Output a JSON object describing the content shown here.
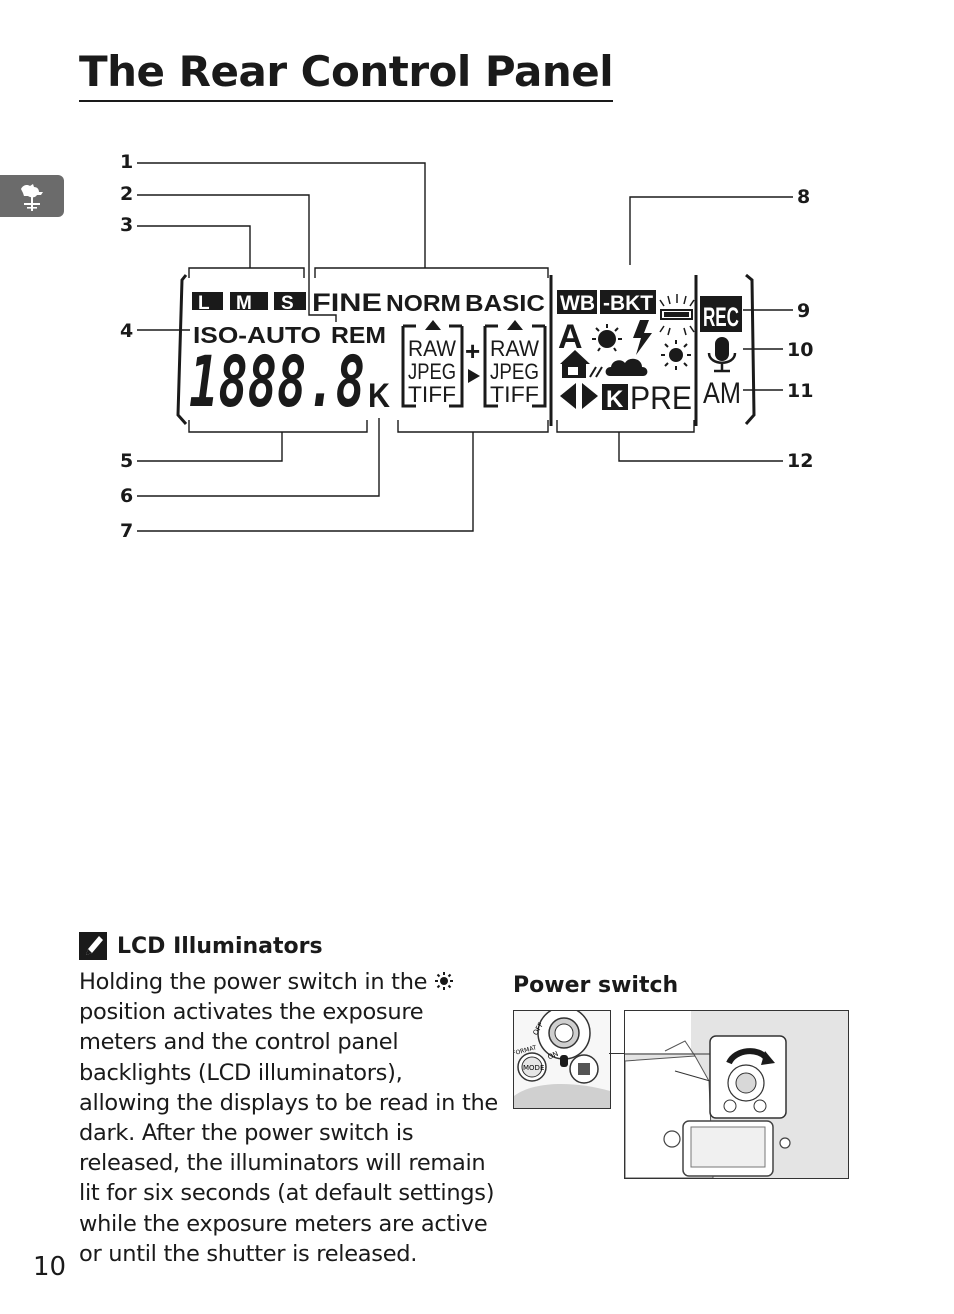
{
  "page": {
    "title": "The Rear Control Panel",
    "page_number": "10"
  },
  "side_tab": {
    "icon": "weathervane-icon"
  },
  "callouts": [
    "1",
    "2",
    "3",
    "4",
    "5",
    "6",
    "7",
    "8",
    "9",
    "10",
    "11",
    "12"
  ],
  "lcd": {
    "sizes": [
      "L",
      "M",
      "S"
    ],
    "quality": [
      "FINE",
      "NORM",
      "BASIC"
    ],
    "iso_auto": "ISO-AUTO",
    "rem": "REM",
    "digits": "1888.8",
    "k_unit": "K",
    "format_left": [
      "RAW",
      "JPEG",
      "TIFF"
    ],
    "format_right": [
      "RAW",
      "JPEG",
      "TIFF"
    ],
    "plus": "+",
    "wb": "WB",
    "bkt": "-BKT",
    "wb_auto": "A",
    "wb_k": "K",
    "pre": "PRE",
    "rec": "REC",
    "am": "AM"
  },
  "note": {
    "icon": "pencil-note-icon",
    "title": "LCD Illuminators",
    "body_before": "Holding the power switch in the ",
    "body_after": " position activates the exposure meters and the control panel backlights (LCD illuminators), allowing the displays to be read in the dark.  After the power switch is released, the illuminators will remain lit for six seconds (at default settings) while the exposure meters are active or until the shutter is released.",
    "glyph": "illuminator-sun-icon"
  },
  "power_switch": {
    "label": "Power switch",
    "dial_labels": [
      "OFF",
      "ON",
      "FORMAT",
      "MODE"
    ]
  }
}
